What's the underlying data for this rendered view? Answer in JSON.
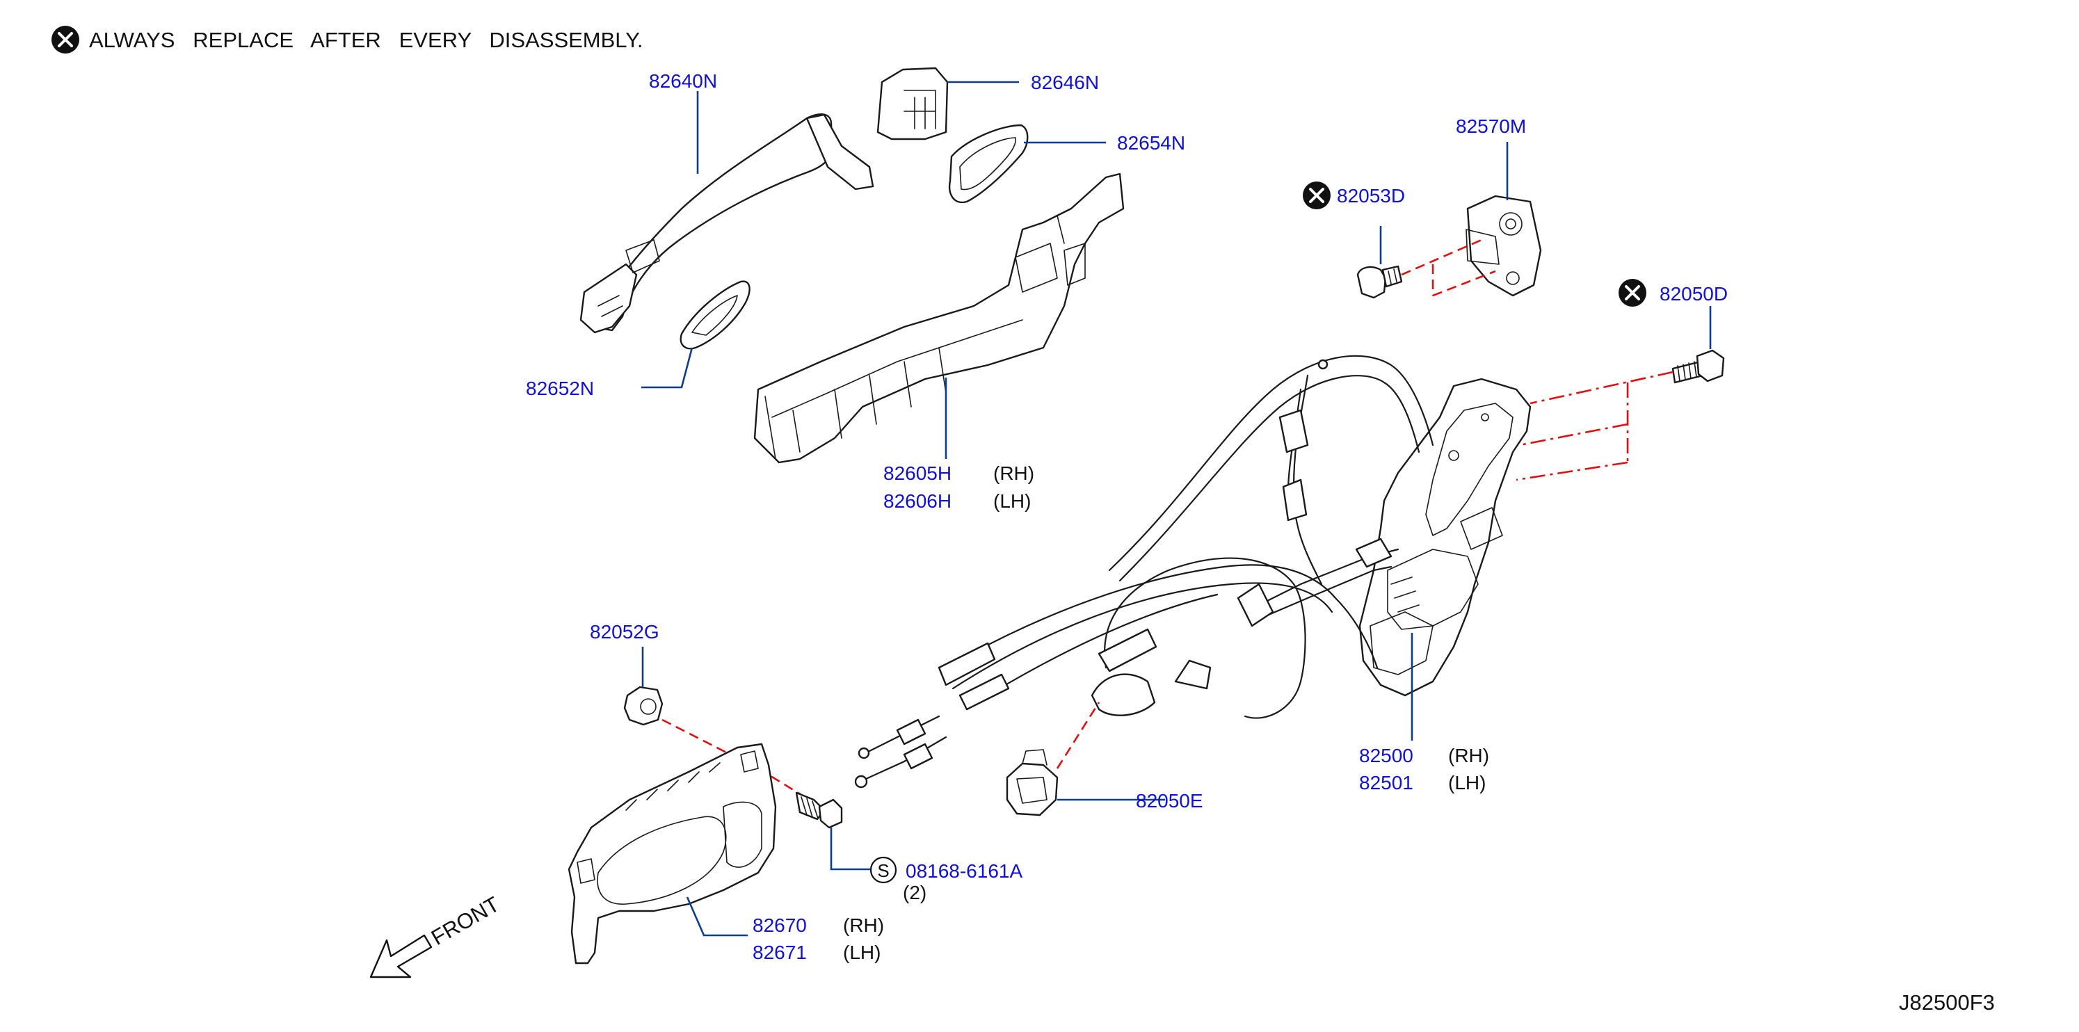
{
  "note": {
    "text": "ALWAYS   REPLACE   AFTER   EVERY   DISASSEMBLY."
  },
  "parts": {
    "p82640N": "82640N",
    "p82646N": "82646N",
    "p82654N": "82654N",
    "p82652N": "82652N",
    "p82605H": "82605H",
    "p82606H": "82606H",
    "p82570M": "82570M",
    "p82053D": "82053D",
    "p82050D": "82050D",
    "p82052G": "82052G",
    "p82500": "82500",
    "p82501": "82501",
    "p82050E": "82050E",
    "p08168": "08168-6161A",
    "p82670": "82670",
    "p82671": "82671"
  },
  "qualifiers": {
    "rh": "(RH)",
    "lh": "(LH)",
    "qty2": "(2)",
    "s": "S"
  },
  "front_label": "FRONT",
  "diagram_code": "J82500F3",
  "colors": {
    "part_number": "#1010d8",
    "leader_line": "#0d3c8c",
    "mating_line": "#e01010",
    "ink": "#111111"
  }
}
